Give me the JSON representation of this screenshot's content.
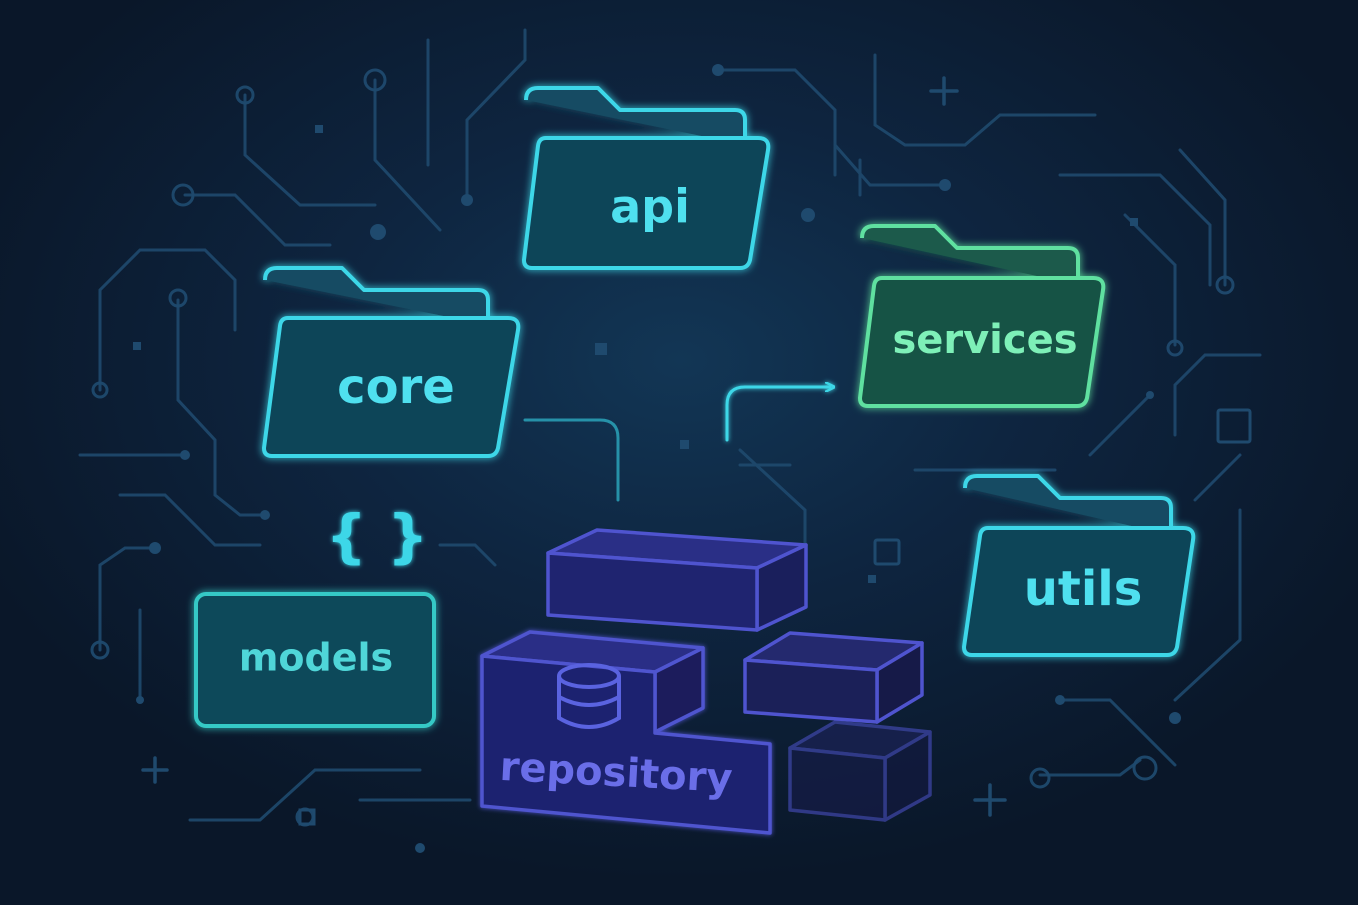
{
  "folders": {
    "api": "api",
    "core": "core",
    "services": "services",
    "utils": "utils"
  },
  "models_box": {
    "label": "models",
    "braces": "{ }"
  },
  "repository": {
    "label": "repository",
    "icon": "database-icon"
  },
  "colors": {
    "background": "#0b1a2e",
    "cyan": "#3ed7e8",
    "teal": "#36c9c6",
    "green": "#5fe0a0",
    "indigo": "#4f54cf",
    "circuit": "#1f4a6e"
  }
}
